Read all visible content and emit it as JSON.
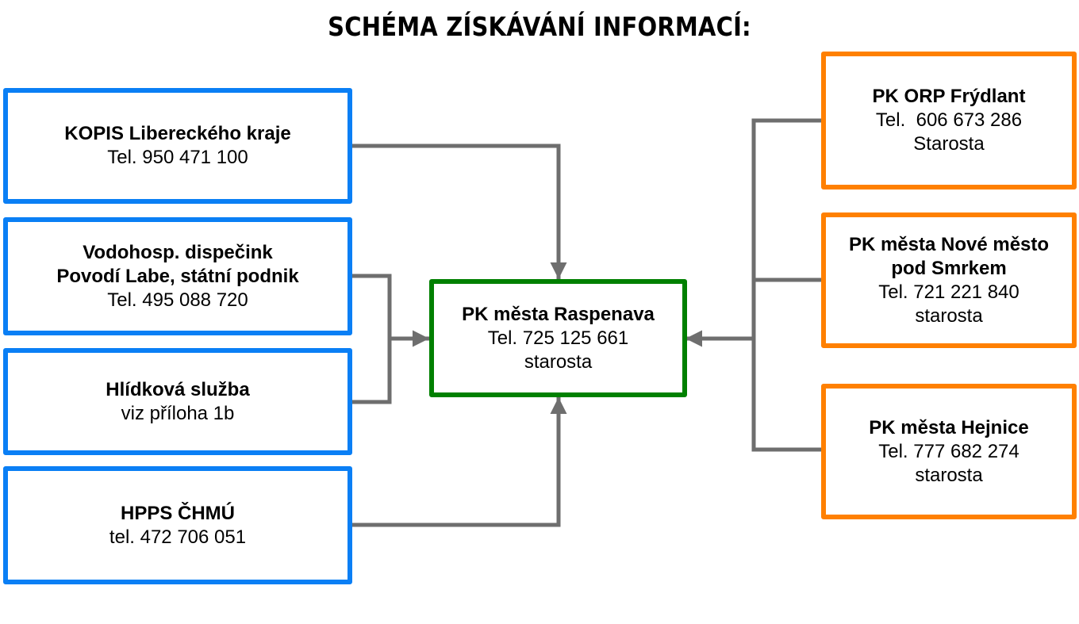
{
  "title": "SCHÉMA ZÍSKÁVÁNÍ INFORMACÍ:",
  "colors": {
    "source_border": "#0a7ff5",
    "center_border": "#008000",
    "target_border": "#ff8000",
    "connector": "#6e6e6e"
  },
  "sources": [
    {
      "name": "KOPIS Libereckého kraje",
      "lines": [
        "Tel. 950 471 100"
      ]
    },
    {
      "name": "Vodohosp. dispečink",
      "name2": "Povodí Labe, státní podnik",
      "lines": [
        "Tel. 495 088 720"
      ]
    },
    {
      "name": "Hlídková služba",
      "lines": [
        "viz příloha 1b"
      ]
    },
    {
      "name": "HPPS ČHMÚ",
      "lines": [
        "tel. 472 706 051"
      ]
    }
  ],
  "center": {
    "name": "PK města Raspenava",
    "phone": "Tel. 725 125 661",
    "role": "starosta"
  },
  "targets": [
    {
      "name": "PK ORP Frýdlant",
      "phone": "Tel.  606 673 286",
      "role": "Starosta"
    },
    {
      "name": "PK města Nové město",
      "name2": "pod Smrkem",
      "phone": "Tel. 721 221 840",
      "role": "starosta"
    },
    {
      "name": "PK města Hejnice",
      "phone": "Tel. 777 682 274",
      "role": "starosta"
    }
  ],
  "edges": [
    {
      "from": "source-kopis",
      "to": "center",
      "directed": true
    },
    {
      "from": "source-vodohosp",
      "to": "center",
      "directed": true
    },
    {
      "from": "source-hlidkova",
      "to": "center",
      "directed": true
    },
    {
      "from": "source-hpps",
      "to": "center",
      "directed": true
    },
    {
      "from": "target-frydlant",
      "to": "center",
      "directed": true
    },
    {
      "from": "target-nove-mesto",
      "to": "center",
      "directed": true
    },
    {
      "from": "target-hejnice",
      "to": "center",
      "directed": true
    }
  ]
}
